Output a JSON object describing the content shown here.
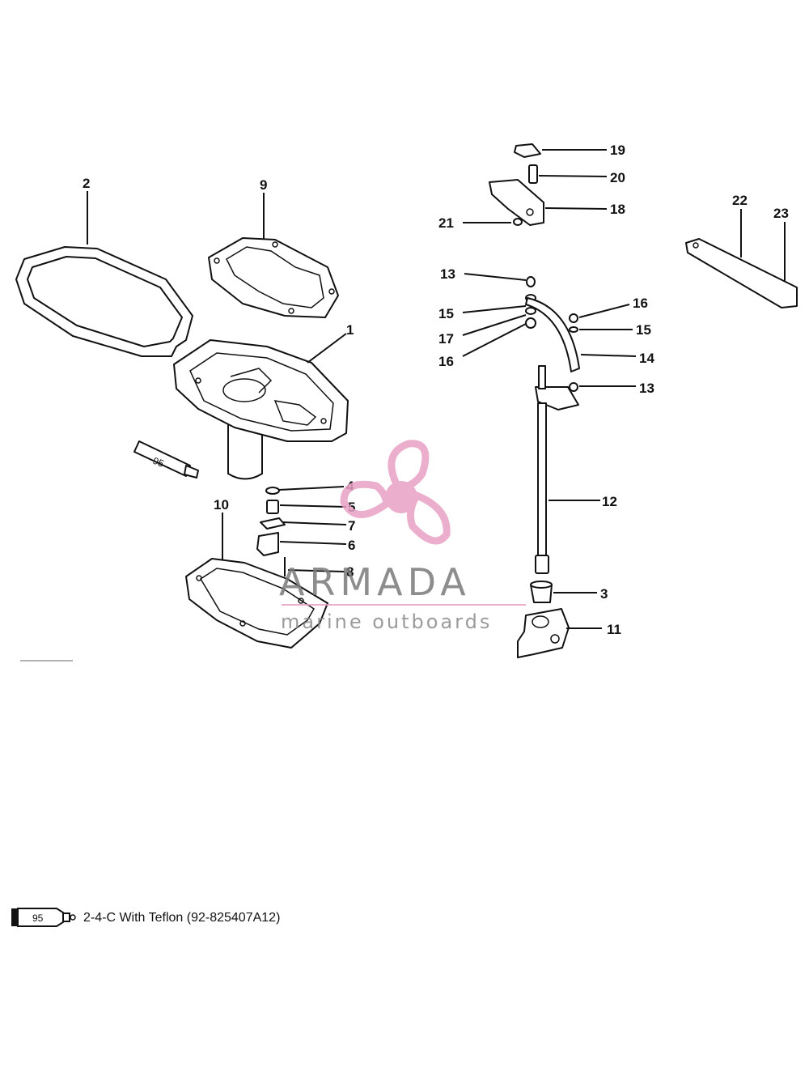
{
  "callouts": [
    {
      "id": "c2",
      "label": "2"
    },
    {
      "id": "c9",
      "label": "9"
    },
    {
      "id": "c1",
      "label": "1"
    },
    {
      "id": "c4",
      "label": "4"
    },
    {
      "id": "c5",
      "label": "5"
    },
    {
      "id": "c7",
      "label": "7"
    },
    {
      "id": "c6",
      "label": "6"
    },
    {
      "id": "c8",
      "label": "8"
    },
    {
      "id": "c10",
      "label": "10"
    },
    {
      "id": "c19",
      "label": "19"
    },
    {
      "id": "c20",
      "label": "20"
    },
    {
      "id": "c18",
      "label": "18"
    },
    {
      "id": "c21",
      "label": "21"
    },
    {
      "id": "c13a",
      "label": "13"
    },
    {
      "id": "c15a",
      "label": "15"
    },
    {
      "id": "c17",
      "label": "17"
    },
    {
      "id": "c16a",
      "label": "16"
    },
    {
      "id": "c16b",
      "label": "16"
    },
    {
      "id": "c15b",
      "label": "15"
    },
    {
      "id": "c14",
      "label": "14"
    },
    {
      "id": "c13b",
      "label": "13"
    },
    {
      "id": "c12",
      "label": "12"
    },
    {
      "id": "c3",
      "label": "3"
    },
    {
      "id": "c11",
      "label": "11"
    },
    {
      "id": "c22",
      "label": "22"
    },
    {
      "id": "c23",
      "label": "23"
    }
  ],
  "sealant_tube": {
    "code": "95"
  },
  "legend": {
    "code": "95",
    "text": "2-4-C  With Teflon (92-825407A12)"
  },
  "watermark": {
    "brand": "ARMADA",
    "tagline": "marine outboards",
    "color": "#e8a0c4"
  }
}
